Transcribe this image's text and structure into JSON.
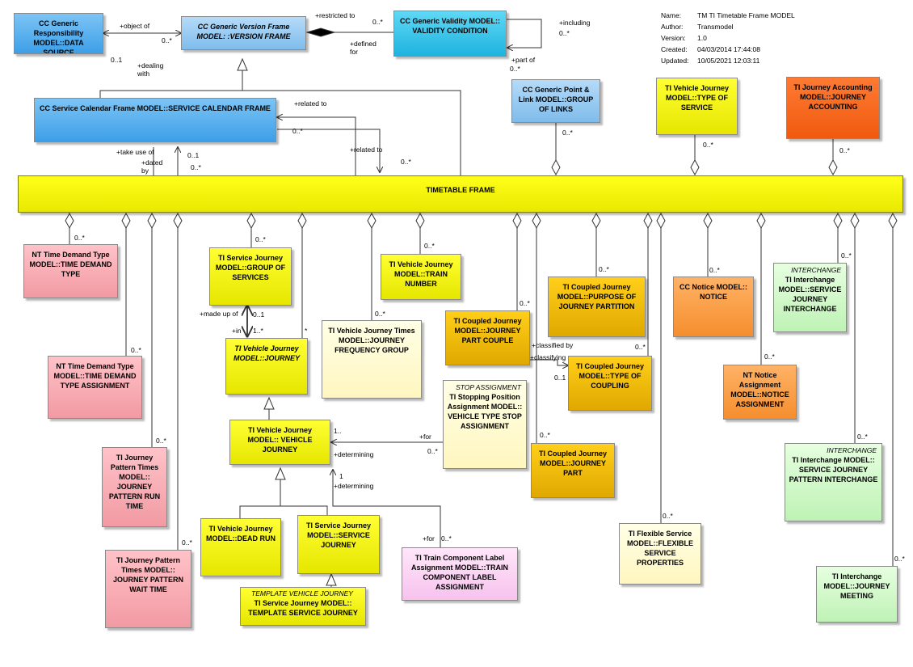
{
  "meta": [
    {
      "k": "Name:",
      "v": "TM TI Timetable Frame MODEL"
    },
    {
      "k": "Author:",
      "v": "Transmodel"
    },
    {
      "k": "Version:",
      "v": "1.0"
    },
    {
      "k": "Created:",
      "v": "04/03/2014 17:44:08"
    },
    {
      "k": "Updated:",
      "v": "10/05/2021 12:03:11"
    }
  ],
  "boxes": {
    "data_source": {
      "text": "CC Generic Responsibility MODEL::DATA SOURCE"
    },
    "version_frame": {
      "text": "CC Generic Version Frame MODEL: :VERSION FRAME"
    },
    "validity_condition": {
      "text": "CC Generic Validity MODEL:: VALIDITY CONDITION"
    },
    "service_calendar_frame": {
      "text": "CC Service Calendar Frame MODEL::SERVICE CALENDAR FRAME"
    },
    "group_of_links": {
      "text": "CC Generic Point & Link MODEL::GROUP OF LINKS"
    },
    "type_of_service": {
      "text": "TI Vehicle Journey MODEL::TYPE OF SERVICE"
    },
    "journey_accounting": {
      "text": "TI Journey Accounting MODEL::JOURNEY ACCOUNTING"
    },
    "timetable_frame": {
      "text": "TIMETABLE FRAME"
    },
    "time_demand_type": {
      "text": "NT Time Demand Type MODEL::TIME DEMAND TYPE"
    },
    "group_of_services": {
      "text": "TI Service Journey MODEL::GROUP OF SERVICES"
    },
    "train_number": {
      "text": "TI Vehicle Journey MODEL::TRAIN NUMBER"
    },
    "purpose_of_journey_partition": {
      "text": "TI Coupled Journey MODEL::PURPOSE OF JOURNEY PARTITION"
    },
    "notice": {
      "text": "CC Notice MODEL:: NOTICE"
    },
    "service_journey_interchange": {
      "stereotype": "INTERCHANGE",
      "text": "TI Interchange MODEL::SERVICE JOURNEY INTERCHANGE"
    },
    "journey": {
      "text": "TI Vehicle Journey MODEL::JOURNEY"
    },
    "journey_frequency_group": {
      "text": "TI Vehicle Journey Times MODEL::JOURNEY FREQUENCY GROUP"
    },
    "journey_part_couple": {
      "text": "TI Coupled Journey MODEL::JOURNEY PART COUPLE"
    },
    "type_of_coupling": {
      "text": "TI Coupled Journey MODEL::TYPE OF COUPLING"
    },
    "notice_assignment": {
      "text": "NT Notice Assignment MODEL::NOTICE ASSIGNMENT"
    },
    "time_demand_type_assignment": {
      "text": "NT Time Demand Type MODEL::TIME DEMAND TYPE ASSIGNMENT"
    },
    "vehicle_type_stop_assignment": {
      "stereotype": "STOP ASSIGNMENT",
      "text": "TI Stopping Position Assignment MODEL:: VEHICLE TYPE STOP ASSIGNMENT"
    },
    "vehicle_journey": {
      "text": "TI Vehicle Journey MODEL:: VEHICLE JOURNEY"
    },
    "journey_part": {
      "text": "TI Coupled Journey MODEL::JOURNEY PART"
    },
    "service_journey_pattern_interchange": {
      "stereotype": "INTERCHANGE",
      "text": "TI Interchange MODEL:: SERVICE JOURNEY PATTERN INTERCHANGE"
    },
    "journey_pattern_run_time": {
      "text": "TI Journey Pattern Times MODEL:: JOURNEY PATTERN RUN TIME"
    },
    "dead_run": {
      "text": "TI Vehicle Journey MODEL::DEAD RUN"
    },
    "service_journey": {
      "text": "TI Service Journey MODEL::SERVICE JOURNEY"
    },
    "train_component_label_assignment": {
      "text": "TI Train Component Label Assignment MODEL::TRAIN COMPONENT LABEL ASSIGNMENT"
    },
    "flexible_service_properties": {
      "text": "TI Flexible Service MODEL::FLEXIBLE SERVICE PROPERTIES"
    },
    "journey_pattern_wait_time": {
      "text": "TI Journey Pattern Times MODEL:: JOURNEY PATTERN WAIT TIME"
    },
    "template_service_journey": {
      "stereotype": "TEMPLATE VEHICLE JOURNEY",
      "text": "TI Service Journey MODEL:: TEMPLATE SERVICE JOURNEY"
    },
    "journey_meeting": {
      "text": "TI Interchange MODEL::JOURNEY MEETING"
    }
  },
  "labels": {
    "object_of": "+object of",
    "ds_mult_vf": "0..*",
    "ds_mult_ds": "0..1",
    "dealing_with": "+dealing with",
    "restricted_to": "+restricted to",
    "vc_mult_rt": "0..*",
    "defined_for": "+defined for",
    "including": "+including",
    "including_mult": "0..*",
    "part_of": "+part of",
    "part_of_mult": "0..*",
    "related_to_1": "+related to",
    "related_to_1_mult": "0..*",
    "related_to_2": "+related to",
    "related_to_2_mult": "0..*",
    "take_use_of": "+take use of",
    "take_use_mult": "0..1",
    "dated_by": "+dated by",
    "dated_by_mult": "0..*",
    "gol_mult": "0..*",
    "tos_mult": "0..*",
    "ja_mult": "0..*",
    "tdt_mult": "0..*",
    "gos_mult": "0..*",
    "tn_mult": "0..*",
    "popj_mult": "0..*",
    "notice_mult": "0..*",
    "sji_mult": "0..*",
    "made_up_of": "+made up of",
    "made_up_of_mult": "0..1",
    "in": "+in",
    "in_mult": "1..*",
    "journey_star": "*",
    "jfg_mult": "0..*",
    "jpc_mult": "0..*",
    "classified_by": "+classified by",
    "classified_by_mult": "0..*",
    "classifying": "+classifying",
    "classifying_mult": "0..1",
    "na_mult": "0..*",
    "tdta_mult": "0..*",
    "for_1": "+for",
    "for_1_mult": "0..*",
    "vj_mult_1": "1..",
    "determining_1": "+determining",
    "jp_mult": "0..*",
    "sjpi_mult": "0..*",
    "jprt_mult": "0..*",
    "vj_mult_2": "1",
    "determining_2": "+determining",
    "for_2": "+for",
    "for_2_mult": "0..*",
    "fsp_mult": "0..*",
    "jpwt_mult": "0..*",
    "jm_mult": "0..*"
  },
  "colors": {
    "line": "#333333",
    "frame_border": "#808000"
  }
}
